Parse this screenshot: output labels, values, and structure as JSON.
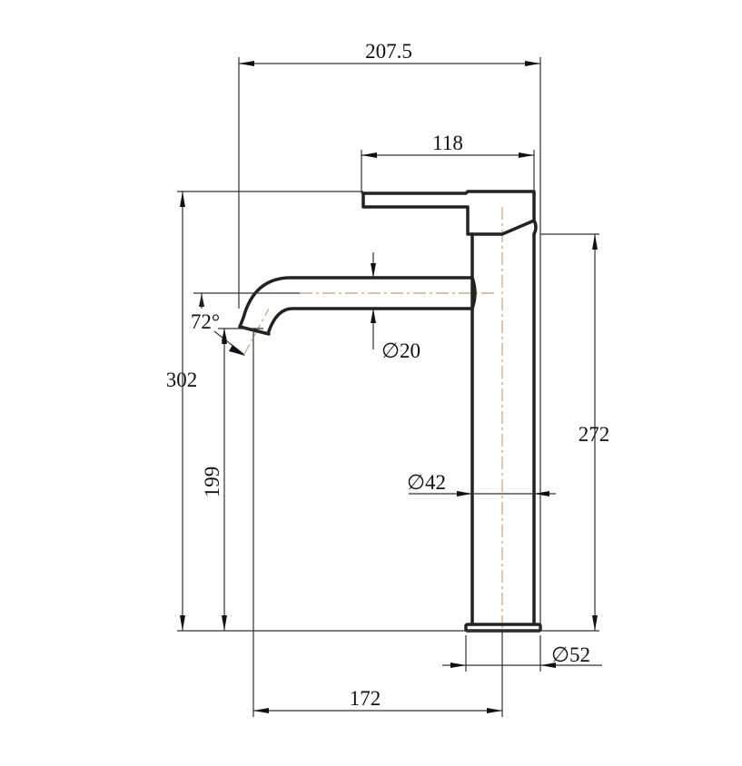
{
  "drawing": {
    "title": "Tall basin mixer tap dimension drawing",
    "units": "mm",
    "colors": {
      "outline": "#222222",
      "dimension_line": "#333333",
      "centerline": "#c8a07a",
      "text": "#111111"
    },
    "dimensions": {
      "overall_width": "207.5",
      "handle_length": "118",
      "overall_height": "302",
      "spout_height": "199",
      "body_height": "272",
      "spout_reach": "172",
      "spout_angle": "72°",
      "spout_diameter": "∅20",
      "body_diameter": "∅42",
      "base_diameter": "∅52"
    }
  }
}
